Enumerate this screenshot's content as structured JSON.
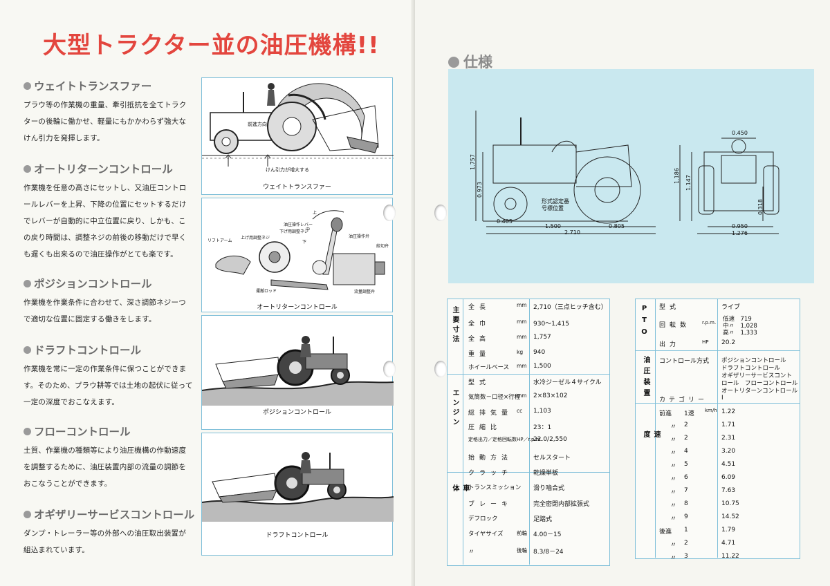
{
  "left": {
    "title": "大型トラクター並の油圧機構!!",
    "sections": [
      {
        "heading": "ウェイトトランスファー",
        "lines": [
          "プラウ等の作業機の重量、牽引抵抗を全てトラク",
          "ターの後輪に働かせ、軽量にもかかわらず強大な",
          "けん引力を発揮します。"
        ]
      },
      {
        "heading": "オートリターンコントロール",
        "lines": [
          "作業機を任意の高さにセットし、又油圧コントロ",
          "ールレバーを上昇、下降の位置にセットするだけ",
          "でレバーが自動的に中立位置に戻り、しかも、こ",
          "の戻り時間は、調整ネジの前後の移動だけで早く",
          "も遅くも出来るので油圧操作がとても楽です。"
        ]
      },
      {
        "heading": "ポジションコントロール",
        "lines": [
          "作業機を作業条件に合わせて、深さ調節ネジーつ",
          "で適切な位置に固定する働きをします。"
        ]
      },
      {
        "heading": "ドラフトコントロール",
        "lines": [
          "作業機を常に一定の作業条件に保つことができま",
          "す。そのため、プラウ耕等では土地の起伏に従って",
          "一定の深度でおこなえます。"
        ]
      },
      {
        "heading": "フローコントロール",
        "lines": [
          "土質、作業機の種類等により油圧機構の作動速度",
          "を調整するために、油圧装置内部の流量の調節を",
          "おこなうことができます。"
        ]
      },
      {
        "heading": "オギザリーサービスコントロール",
        "lines": [
          "ダンプ・トレーラー等の外部への油圧取出装置が",
          "組込まれています。"
        ]
      }
    ],
    "figures": {
      "fig1": {
        "caption": "ウェイトトランスファー",
        "label_front": "前進方向",
        "label_force": "けん引力が増大する"
      },
      "fig2": {
        "caption": "オートリターンコントロール",
        "labels": [
          "リフトアーム",
          "上げ用調整ネジ",
          "油圧操作レバー",
          "下げ用調整ネジ",
          "上",
          "中",
          "下",
          "油圧操作弁",
          "絞切弁",
          "運搬ロッド",
          "流量調整弁"
        ]
      },
      "fig3": {
        "caption": "ポジションコントロール"
      },
      "fig4": {
        "caption": "ドラフトコントロール"
      }
    }
  },
  "right": {
    "spec_title": "仕様",
    "drawing": {
      "dims": [
        "1.757",
        "0.973",
        "0.405",
        "1.500",
        "0.805",
        "2.710",
        "0.450",
        "1.186",
        "1.147",
        "0.318",
        "0.950",
        "1.276"
      ],
      "plate_label": [
        "形式認定番",
        "号標位置"
      ]
    },
    "table1": {
      "groups": [
        {
          "label": "主要寸法"
        },
        {
          "label": "エンジン"
        },
        {
          "label": "車体"
        }
      ],
      "rows": [
        {
          "name": "全長",
          "unit": "mm",
          "value": "2,710（三点ヒッチ含む）"
        },
        {
          "name": "全巾",
          "unit": "mm",
          "value": "930～1,415"
        },
        {
          "name": "全高",
          "unit": "mm",
          "value": "1,757"
        },
        {
          "name": "重量",
          "unit": "kg",
          "value": "940"
        },
        {
          "name": "ホイールベース",
          "unit": "mm",
          "value": "1,500"
        },
        {
          "name": "型式",
          "unit": "",
          "value": "水冷ジーゼル４サイクル"
        },
        {
          "name": "気筒数－口径×行程",
          "unit": "mm",
          "value": "2×83×102"
        },
        {
          "name": "総排気量",
          "unit": "cc",
          "value": "1,103"
        },
        {
          "name": "圧縮比",
          "unit": "",
          "value": "23：1"
        },
        {
          "name": "定格出力／定格回転数HP／r.p.m.",
          "unit": "",
          "value": "22.0/2,550"
        },
        {
          "name": "始動方法",
          "unit": "",
          "value": "セルスタート"
        },
        {
          "name": "クラッチ",
          "unit": "",
          "value": "乾燥単板"
        },
        {
          "name": "トランスミッション",
          "unit": "",
          "value": "滑り嚙合式"
        },
        {
          "name": "ブレーキ",
          "unit": "",
          "value": "完全密閉内部拡張式"
        },
        {
          "name": "デフロック",
          "unit": "",
          "value": "足踏式"
        },
        {
          "name": "タイヤサイズ",
          "unit": "前輪",
          "value": "4.00－15"
        },
        {
          "name": "〃",
          "unit": "後輪",
          "value": "8.3/8－24"
        }
      ]
    },
    "table2": {
      "groups": [
        {
          "label": "PTO"
        },
        {
          "label": "油圧装置"
        },
        {
          "label": "速度"
        }
      ],
      "pto": [
        {
          "name": "型式",
          "unit": "",
          "value": "ライブ"
        },
        {
          "name": "回転数",
          "unit": "r.p.m.",
          "value": ""
        },
        {
          "name": "出力",
          "unit": "HP",
          "value": "20.2"
        }
      ],
      "pto_speeds": [
        "低速　719",
        "中〃　1,028",
        "高〃　1,333"
      ],
      "hyd": [
        {
          "name": "コントロール方式",
          "value": [
            "ポジションコントロール",
            "ドラフトコントロール",
            "オギザリーサービスコント",
            "ロール　フローコントロール",
            "オートリターンコントロール"
          ]
        },
        {
          "name": "カテゴリー",
          "value": "Ⅰ"
        }
      ],
      "speed_unit": "km/h",
      "speeds": [
        {
          "dir": "前進",
          "gear": "1速",
          "value": "1.22"
        },
        {
          "dir": "〃",
          "gear": "2",
          "value": "1.71"
        },
        {
          "dir": "〃",
          "gear": "2",
          "value": "2.31"
        },
        {
          "dir": "〃",
          "gear": "4",
          "value": "3.20"
        },
        {
          "dir": "〃",
          "gear": "5",
          "value": "4.51"
        },
        {
          "dir": "〃",
          "gear": "6",
          "value": "6.09"
        },
        {
          "dir": "〃",
          "gear": "7",
          "value": "7.63"
        },
        {
          "dir": "〃",
          "gear": "8",
          "value": "10.75"
        },
        {
          "dir": "〃",
          "gear": "9",
          "value": "14.52"
        },
        {
          "dir": "後進",
          "gear": "1",
          "value": "1.79"
        },
        {
          "dir": "〃",
          "gear": "2",
          "value": "4.71"
        },
        {
          "dir": "〃",
          "gear": "3",
          "value": "11.22"
        }
      ]
    }
  }
}
